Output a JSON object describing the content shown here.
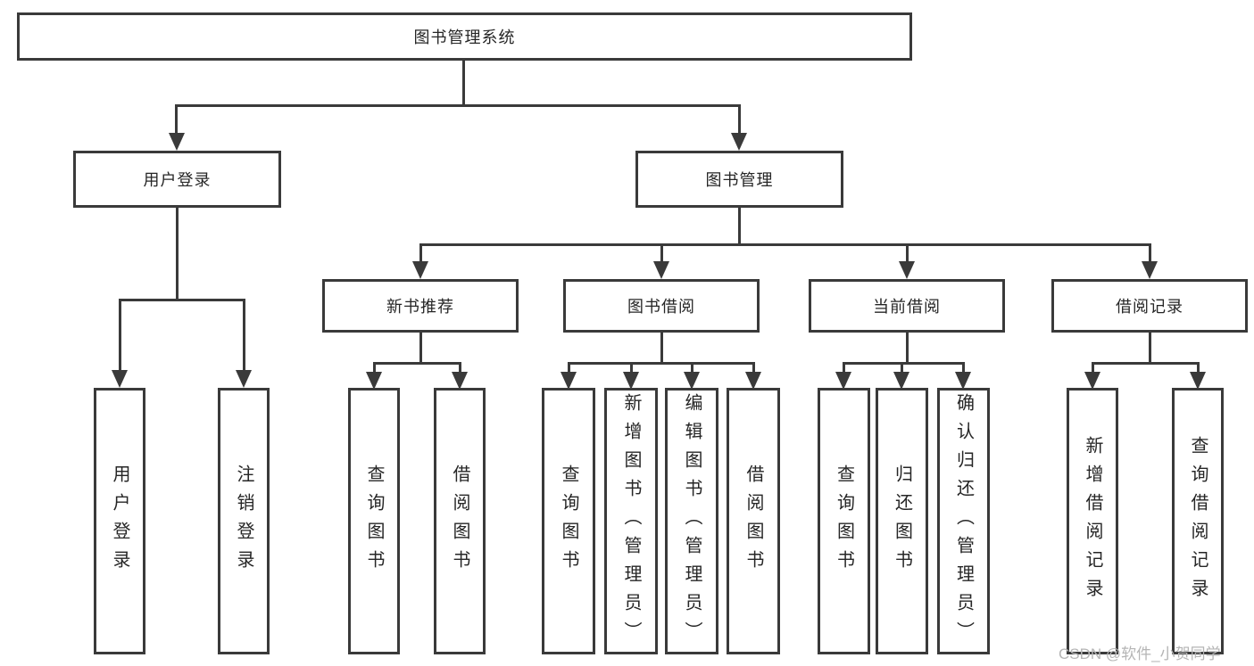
{
  "tree": {
    "root": "图书管理系统",
    "children": [
      {
        "label": "用户登录",
        "children": [
          "用户登录",
          "注销登录"
        ]
      },
      {
        "label": "图书管理",
        "children": [
          {
            "label": "新书推荐",
            "children": [
              "查询图书",
              "借阅图书"
            ]
          },
          {
            "label": "图书借阅",
            "children": [
              "查询图书",
              "新增图书（管理员）",
              "编辑图书（管理员）",
              "借阅图书"
            ]
          },
          {
            "label": "当前借阅",
            "children": [
              "查询图书",
              "归还图书",
              "确认归还（管理员）"
            ]
          },
          {
            "label": "借阅记录",
            "children": [
              "新增借阅记录",
              "查询借阅记录"
            ]
          }
        ]
      }
    ]
  },
  "colors": {
    "line": "#3a3a3a",
    "text": "#262626",
    "watermark": "#b5b5b5"
  },
  "watermark": {
    "text": "CSDN @软件_小贺同学"
  }
}
